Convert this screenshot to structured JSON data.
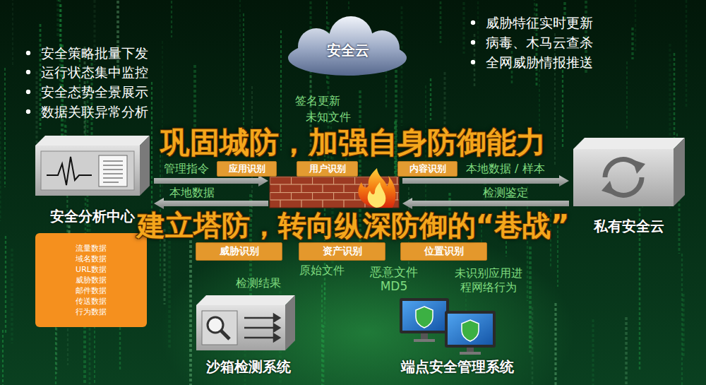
{
  "diagram": {
    "nodes": [
      {
        "text": [
          "安全云"
        ]
      },
      {
        "text": [
          "安全分析中心"
        ]
      },
      {
        "text": [
          "应用识别"
        ]
      },
      {
        "text": [
          "用户识别"
        ]
      },
      {
        "text": [
          "内容识别"
        ]
      },
      {
        "text": [
          "私有安全云"
        ]
      },
      {
        "text": [
          "威胁识别"
        ]
      },
      {
        "text": [
          "资产识别"
        ]
      },
      {
        "text": [
          "位置识别"
        ]
      },
      {
        "text": [
          "流量数据",
          "域名数据",
          "URL数据",
          "威胁数据",
          "邮件数据",
          "传送数据",
          "行为数据"
        ]
      },
      {
        "text": [
          "沙箱检测系统"
        ]
      },
      {
        "text": [
          "端点安全管理系统"
        ]
      }
    ],
    "labels": [
      "安全策略批量下发",
      "运行状态集中监控",
      "安全态势全景展示",
      "数据关联异常分析",
      "威胁特征实时更新",
      "病毒、木马云查杀",
      "全网威胁情报推送",
      "签名更新",
      "未知文件",
      "巩固城防，加强自身防御能力",
      "管理指令",
      "本地数据",
      "本地数据 / 样本",
      "检测鉴定",
      "建立塔防，转向纵深防御的“巷战”",
      "原始文件",
      "检测结果",
      "恶意文件 MD5",
      "未识别应用进程网络行为"
    ]
  }
}
